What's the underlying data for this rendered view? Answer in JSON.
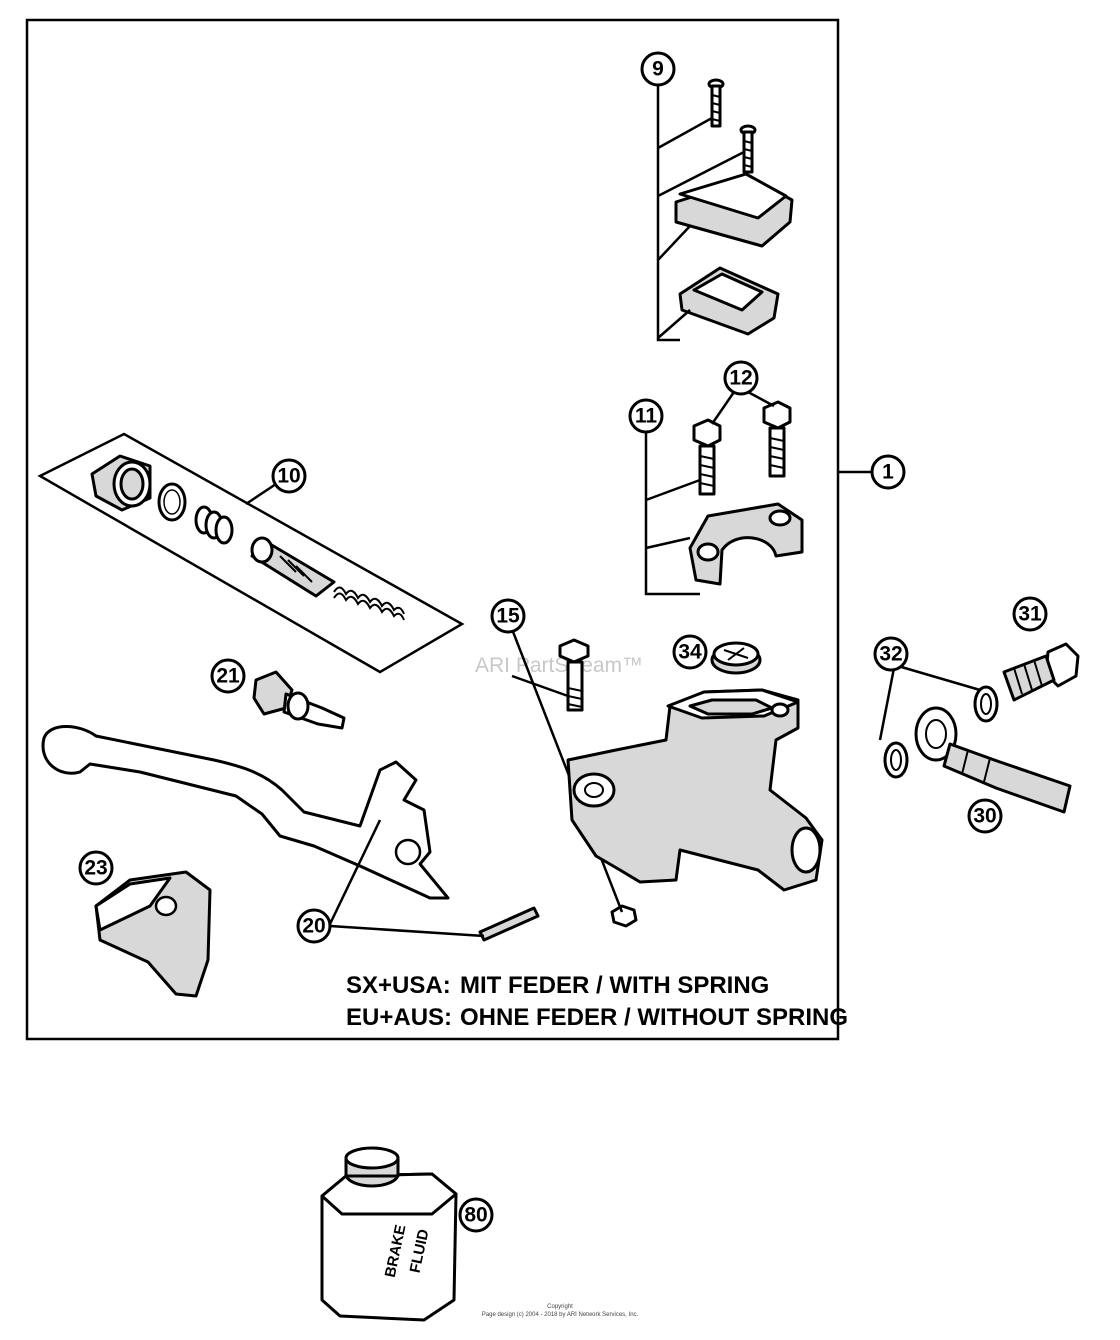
{
  "callouts": {
    "c1": "1",
    "c9": "9",
    "c10": "10",
    "c11": "11",
    "c12": "12",
    "c15": "15",
    "c20": "20",
    "c21": "21",
    "c23": "23",
    "c30": "30",
    "c31": "31",
    "c32": "32",
    "c34": "34",
    "c80": "80"
  },
  "notes": {
    "line1_region": "SX+USA:",
    "line1_text": "MIT FEDER / WITH SPRING",
    "line2_region": "EU+AUS:",
    "line2_text": "OHNE FEDER / WITHOUT SPRING"
  },
  "can_label": {
    "line1": "BRAKE",
    "line2": "FLUID"
  },
  "watermark": "ARI PartStream™",
  "copyright": {
    "line1": "Copyright",
    "line2": "Page design (c) 2004 - 2018 by ARI Network Services, Inc."
  }
}
